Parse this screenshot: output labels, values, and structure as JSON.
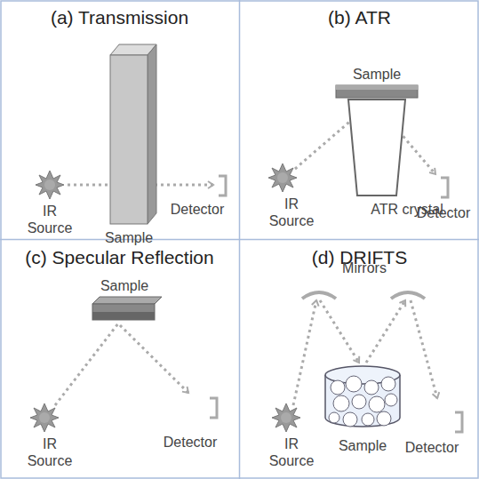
{
  "diagram": {
    "nodes": [
      {
        "text": [
          "(a) Transmission"
        ]
      },
      {
        "text": [
          "(b) ATR"
        ]
      },
      {
        "text": [
          "(c) Specular Reflection"
        ]
      },
      {
        "text": [
          "(d) DRIFTS"
        ]
      }
    ],
    "labels": [
      "IR Source",
      "Sample",
      "Detector",
      "Sample",
      "ATR crystal",
      "IR Source",
      "Detector",
      "Sample",
      "IR Source",
      "Detector",
      "Mirrors",
      "IR Source",
      "Sample",
      "Detector"
    ]
  }
}
